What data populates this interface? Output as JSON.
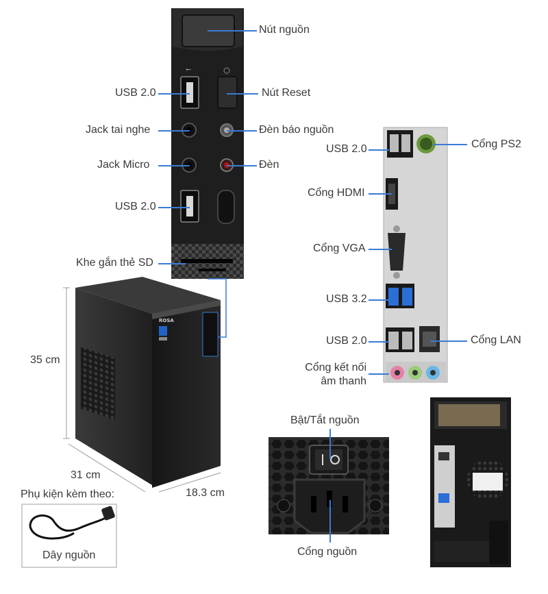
{
  "front_panel": {
    "labels": {
      "power_button": "Nút nguồn",
      "usb_top": "USB 2.0",
      "reset_button": "Nút Reset",
      "headphone_jack": "Jack tai nghe",
      "power_led": "Đèn báo nguồn",
      "mic_jack": "Jack Micro",
      "led": "Đèn",
      "usb_bottom": "USB 2.0",
      "sd_slot": "Khe gắn thẻ SD"
    }
  },
  "rear_io": {
    "labels": {
      "usb20_top": "USB 2.0",
      "ps2": "Cổng PS2",
      "hdmi": "Cổng HDMI",
      "vga": "Cổng VGA",
      "usb32": "USB 3.2",
      "usb20_bottom": "USB 2.0",
      "lan": "Cổng LAN",
      "audio_line1": "Cổng kết nối",
      "audio_line2": "âm thanh"
    }
  },
  "dimensions": {
    "height": "35 cm",
    "depth": "31 cm",
    "width": "18.3 cm"
  },
  "case_brand": "ROSA",
  "accessories": {
    "title": "Phụ kiện kèm theo:",
    "item": "Dây nguồn"
  },
  "psu": {
    "switch_label": "Bật/Tắt nguồn",
    "port_label": "Cổng nguồn"
  },
  "colors": {
    "accent_line": "#3a7bd5",
    "panel_dark": "#1e1e1e",
    "audio_pink": "#e77fa7",
    "audio_green": "#9ccb7e",
    "audio_blue": "#6ab7e6",
    "usb3_blue": "#2a6fd6"
  }
}
